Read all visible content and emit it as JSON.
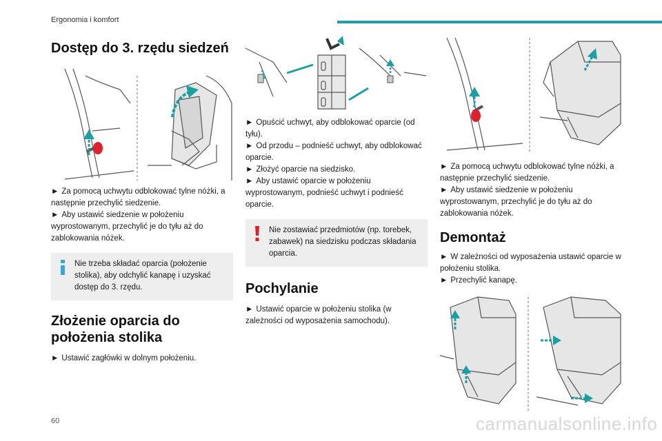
{
  "header": {
    "title": "Ergonomia i komfort",
    "accent": "#1aa0a4"
  },
  "page_number": "60",
  "watermark": "carmanualsonline.info",
  "col1": {
    "heading": "Dostęp do 3. rzędu siedzeń",
    "steps": [
      "Za pomocą uchwytu odblokować tylne nóżki, a następnie przechylić siedzenie.",
      "Aby ustawić siedzenie w położeniu wyprostowanym, przechylić je do tyłu aż do zablokowania nóżek."
    ],
    "note": "Nie trzeba składać oparcia (położenie stolika), aby odchylić kanapę i uzyskać dostęp do 3. rzędu.",
    "heading2": "Złożenie oparcia do położenia stolika",
    "steps2": [
      "Ustawić zagłówki w dolnym położeniu."
    ]
  },
  "col2": {
    "steps": [
      "Opuścić uchwyt, aby odblokować oparcie (od tyłu).",
      "Od przodu – podnieść uchwyt, aby odblokować oparcie.",
      "Złożyć oparcie na siedzisko.",
      "Aby ustawić oparcie w położeniu wyprostowanym, podnieść uchwyt i podnieść oparcie."
    ],
    "warning": "Nie zostawiać przedmiotów (np. torebek, zabawek) na siedzisku podczas składania oparcia.",
    "heading": "Pochylanie",
    "steps2": [
      "Ustawić oparcie w położeniu stolika (w zależności od wyposażenia samochodu)."
    ]
  },
  "col3": {
    "steps": [
      "Za pomocą uchwytu odblokować tylne nóżki, a następnie przechylić siedzenie.",
      "Aby ustawić siedzenie w położeniu wyprostowanym, przechylić je do tyłu aż do zablokowania nóżek."
    ],
    "heading": "Demontaż",
    "steps2": [
      "W zależności od wyposażenia ustawić oparcie w położeniu stolika.",
      "Przechylić kanapę."
    ]
  },
  "bullet": "►",
  "colors": {
    "teal": "#1aa0a4",
    "red": "#e0202a",
    "note_bg": "#eeeeee",
    "info_blue": "#3aa7d9",
    "warn_red": "#e0202a"
  },
  "icons": [
    "info-icon",
    "warning-icon"
  ]
}
